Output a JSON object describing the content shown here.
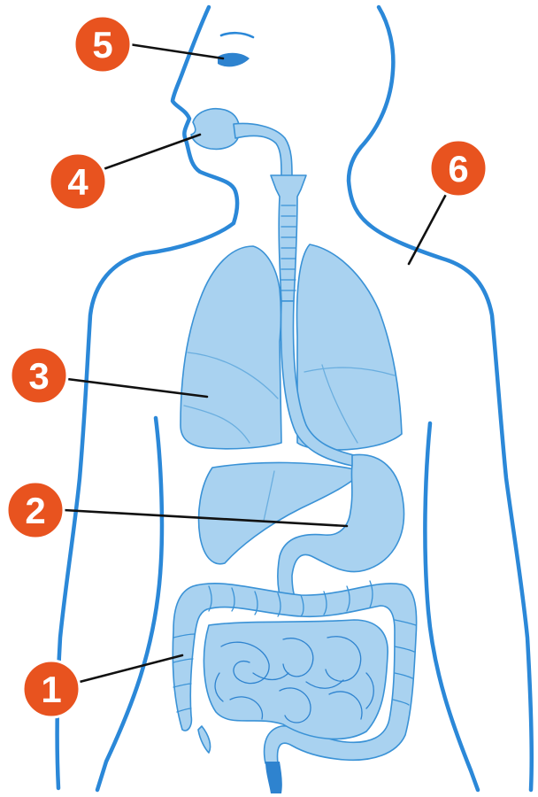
{
  "colors": {
    "outline": "#2b88d8",
    "organ_fill": "#a9d2f0",
    "organ_stroke": "#3a92d6",
    "organ_dark": "#2e83cf",
    "marker": "#e8531f",
    "marker_ring": "#ffffff",
    "marker_text": "#ffffff",
    "leader_line": "#111111"
  },
  "markers": [
    {
      "id": "marker-1",
      "label": "1",
      "points_to": "intestines"
    },
    {
      "id": "marker-2",
      "label": "2",
      "points_to": "stomach-liver"
    },
    {
      "id": "marker-3",
      "label": "3",
      "points_to": "lungs"
    },
    {
      "id": "marker-4",
      "label": "4",
      "points_to": "mouth"
    },
    {
      "id": "marker-5",
      "label": "5",
      "points_to": "eye"
    },
    {
      "id": "marker-6",
      "label": "6",
      "points_to": "skin"
    }
  ]
}
